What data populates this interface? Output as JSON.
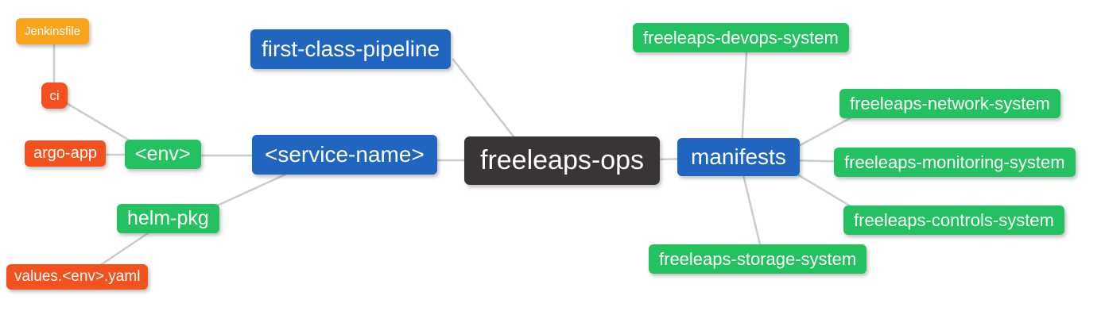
{
  "diagram": {
    "type": "mindmap",
    "background": "#FFFFFF",
    "edge_color": "#CCCCCC",
    "text_color": "#FFFFFF"
  },
  "colors": {
    "amber": "#F8A41D",
    "red": "#F4511E",
    "green": "#23C160",
    "blue": "#2065BF",
    "dark": "#3A3535"
  },
  "nodes": {
    "jenkinsfile": {
      "label": "Jenkinsfile",
      "color": "#F8A41D"
    },
    "ci": {
      "label": "ci",
      "color": "#F4511E"
    },
    "argo_app": {
      "label": "argo-app",
      "color": "#F4511E"
    },
    "env": {
      "label": "<env>",
      "color": "#23C160"
    },
    "helm_pkg": {
      "label": "helm-pkg",
      "color": "#23C160"
    },
    "values_env_yaml": {
      "label": "values.<env>.yaml",
      "color": "#F4511E"
    },
    "first_class_pipeline": {
      "label": "first-class-pipeline",
      "color": "#2065BF"
    },
    "service_name": {
      "label": "<service-name>",
      "color": "#2065BF"
    },
    "freeleaps_ops": {
      "label": "freeleaps-ops",
      "color": "#3A3535"
    },
    "manifests": {
      "label": "manifests",
      "color": "#2065BF"
    },
    "devops_system": {
      "label": "freeleaps-devops-system",
      "color": "#23C160"
    },
    "network_system": {
      "label": "freeleaps-network-system",
      "color": "#23C160"
    },
    "monitoring_system": {
      "label": "freeleaps-monitoring-system",
      "color": "#23C160"
    },
    "controls_system": {
      "label": "freeleaps-controls-system",
      "color": "#23C160"
    },
    "storage_system": {
      "label": "freeleaps-storage-system",
      "color": "#23C160"
    }
  },
  "edges": [
    [
      "Jenkinsfile",
      "ci"
    ],
    [
      "ci",
      "<env>"
    ],
    [
      "argo-app",
      "<env>"
    ],
    [
      "<env>",
      "<service-name>"
    ],
    [
      "helm-pkg",
      "<service-name>"
    ],
    [
      "values.<env>.yaml",
      "helm-pkg"
    ],
    [
      "first-class-pipeline",
      "freeleaps-ops"
    ],
    [
      "<service-name>",
      "freeleaps-ops"
    ],
    [
      "freeleaps-ops",
      "manifests"
    ],
    [
      "manifests",
      "freeleaps-devops-system"
    ],
    [
      "manifests",
      "freeleaps-network-system"
    ],
    [
      "manifests",
      "freeleaps-monitoring-system"
    ],
    [
      "manifests",
      "freeleaps-controls-system"
    ],
    [
      "manifests",
      "freeleaps-storage-system"
    ]
  ]
}
